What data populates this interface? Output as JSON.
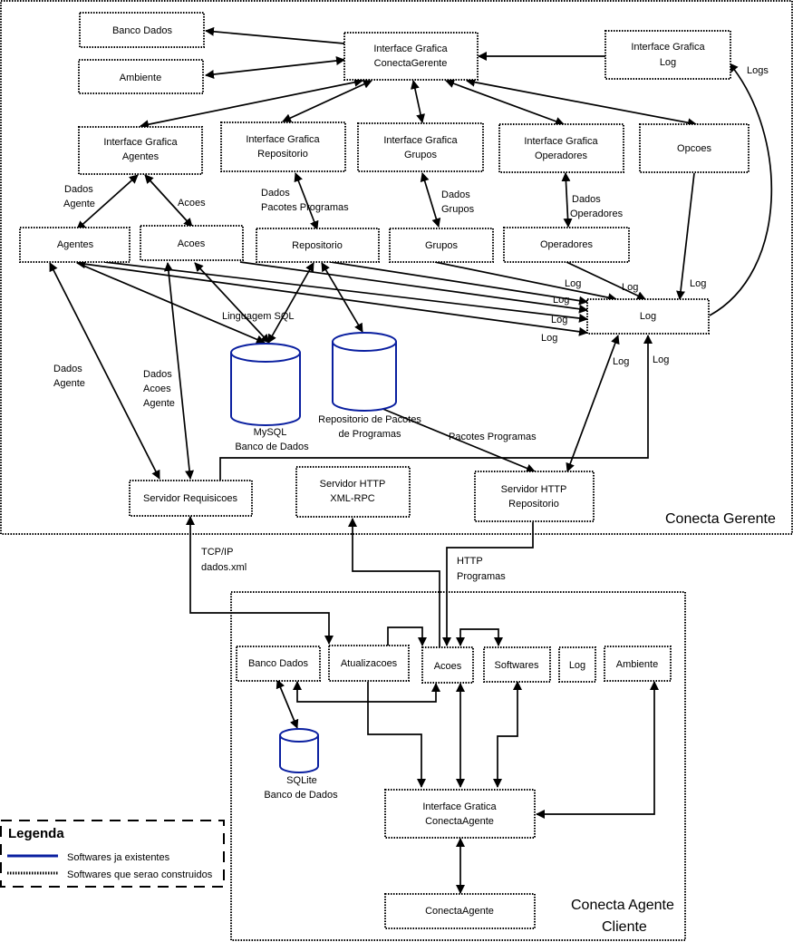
{
  "regions": {
    "gerente": "Conecta Gerente",
    "agente_line1": "Conecta Agente",
    "agente_line2": "Cliente"
  },
  "gerente_boxes": {
    "banco_dados": "Banco Dados",
    "ambiente": "Ambiente",
    "ig_gerente_1": "Interface Grafica",
    "ig_gerente_2": "ConectaGerente",
    "ig_log_1": "Interface Grafica",
    "ig_log_2": "Log",
    "ig_agentes_1": "Interface Grafica",
    "ig_agentes_2": "Agentes",
    "ig_repositorio_1": "Interface Grafica",
    "ig_repositorio_2": "Repositorio",
    "ig_grupos_1": "Interface Grafica",
    "ig_grupos_2": "Grupos",
    "ig_operadores_1": "Interface Grafica",
    "ig_operadores_2": "Operadores",
    "opcoes": "Opcoes",
    "agentes": "Agentes",
    "acoes": "Acoes",
    "repositorio": "Repositorio",
    "grupos": "Grupos",
    "operadores": "Operadores",
    "log": "Log",
    "servidor_requisicoes": "Servidor Requisicoes",
    "servidor_xmlrpc_1": "Servidor HTTP",
    "servidor_xmlrpc_2": "XML-RPC",
    "servidor_repo_1": "Servidor HTTP",
    "servidor_repo_2": "Repositorio"
  },
  "databases": {
    "mysql_1": "MySQL",
    "mysql_2": "Banco de Dados",
    "repo_pacotes_1": "Repositorio de Pacotes",
    "repo_pacotes_2": "de Programas",
    "sqlite_1": "SQLite",
    "sqlite_2": "Banco de Dados"
  },
  "edge_labels": {
    "logs": "Logs",
    "dados": "Dados",
    "agente": "Agente",
    "acoes": "Acoes",
    "pacotes_programas": "Pacotes Programas",
    "grupos": "Grupos",
    "operadores": "Operadores",
    "log": "Log",
    "linguagem_sql": "Linguagem SQL",
    "tcpip": "TCP/IP",
    "dados_xml": "dados.xml",
    "http": "HTTP",
    "programas": "Programas"
  },
  "agente_boxes": {
    "banco_dados": "Banco Dados",
    "atualizacoes": "Atualizacoes",
    "acoes": "Acoes",
    "softwares": "Softwares",
    "log": "Log",
    "ambiente": "Ambiente",
    "ig_agente_1": "Interface Gratica",
    "ig_agente_2": "ConectaAgente",
    "conecta_agente": "ConectaAgente"
  },
  "legend": {
    "title": "Legenda",
    "existing": "Softwares ja existentes",
    "to_build": "Softwares que serao construidos"
  },
  "colors": {
    "existing_software": "#0a1fa0",
    "lines": "#000000"
  }
}
